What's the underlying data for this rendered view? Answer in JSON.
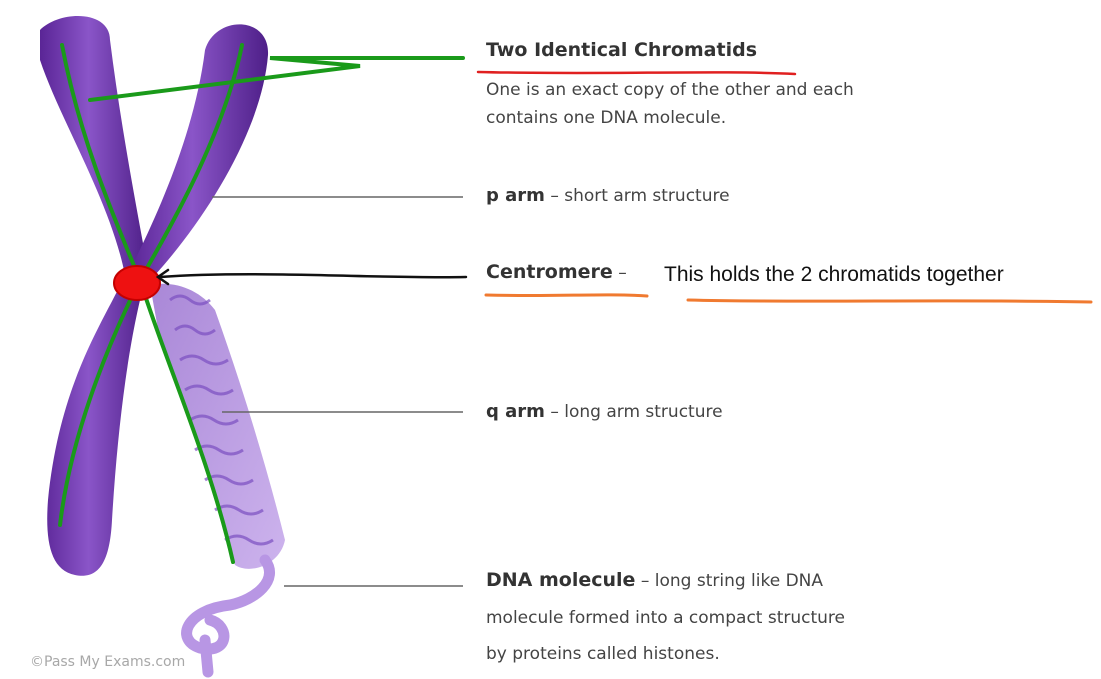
{
  "labels": {
    "chromatids": {
      "term": "Two Identical Chromatids",
      "desc_line1": "One is an exact copy of the other and each",
      "desc_line2": "contains one DNA molecule."
    },
    "p_arm": {
      "term": "p arm",
      "desc": " – short arm structure"
    },
    "centromere": {
      "term": "Centromere",
      "dash": " – ",
      "note": "This holds the 2 chromatids together"
    },
    "q_arm": {
      "term": "q arm",
      "desc": " – long arm structure"
    },
    "dna": {
      "term": "DNA molecule",
      "desc_line1": " – long string like DNA",
      "desc_line2": "molecule formed into a compact structure",
      "desc_line3": "by proteins called histones."
    }
  },
  "copyright": "©Pass My Exams.com",
  "colors": {
    "chromosome": "#6a2fa6",
    "chromosome_light": "#b790dd",
    "dna_coil": "#a57fd6",
    "annotation_green": "#1a9a1a",
    "centromere_mark": "#ee1111",
    "underline_red": "#e02020",
    "underline_orange": "#f07a30",
    "pointer_line": "#555555"
  }
}
